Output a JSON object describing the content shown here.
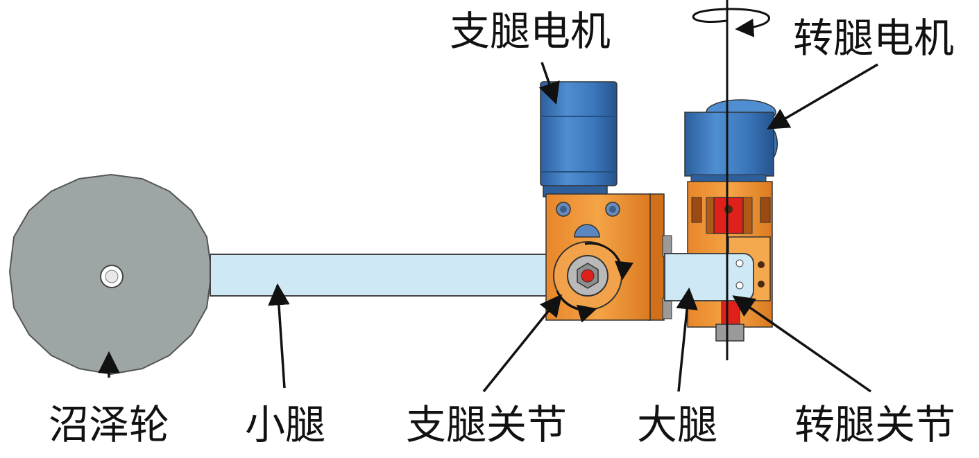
{
  "labels": {
    "marsh_wheel": "沼泽轮",
    "shank": "小腿",
    "support_leg_joint": "支腿关节",
    "thigh": "大腿",
    "rotating_leg_joint": "转腿关节",
    "support_leg_motor": "支腿电机",
    "rotating_leg_motor": "转腿电机"
  },
  "colors": {
    "wheel": "#9ea6a5",
    "leg_link": "#cfe8f5",
    "housing": "#f0962e",
    "motor": "#3d79c0",
    "accent_red": "#e0211b",
    "ink": "#111111"
  }
}
